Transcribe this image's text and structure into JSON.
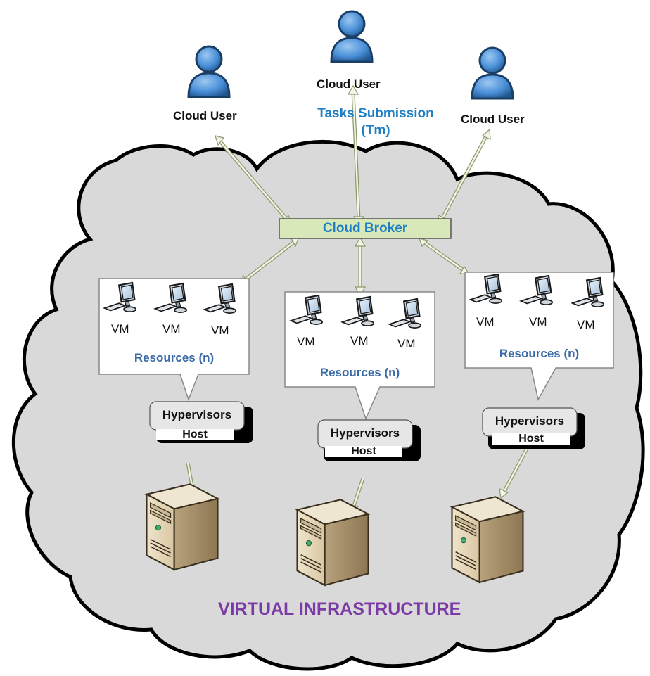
{
  "users": [
    {
      "label": "Cloud User"
    },
    {
      "label": "Cloud User"
    },
    {
      "label": "Cloud User"
    }
  ],
  "tasks_label": "Tasks Submission\n(Tm)",
  "broker": {
    "label": "Cloud Broker"
  },
  "resource_groups": [
    {
      "vms": [
        "VM",
        "VM",
        "VM"
      ],
      "label": "Resources (n)",
      "hypervisor": "Hypervisors",
      "host": "Host"
    },
    {
      "vms": [
        "VM",
        "VM",
        "VM"
      ],
      "label": "Resources (n)",
      "hypervisor": "Hypervisors",
      "host": "Host"
    },
    {
      "vms": [
        "VM",
        "VM",
        "VM"
      ],
      "label": "Resources (n)",
      "hypervisor": "Hypervisors",
      "host": "Host"
    }
  ],
  "infrastructure_label": "VIRTUAL INFRASTRUCTURE",
  "colors": {
    "cloud_fill": "#d9d9d9",
    "broker_fill": "#d9e8b8",
    "label_blue": "#1f7fc4",
    "label_purple": "#7b3aa5",
    "user_blue": "#4a90d9"
  }
}
